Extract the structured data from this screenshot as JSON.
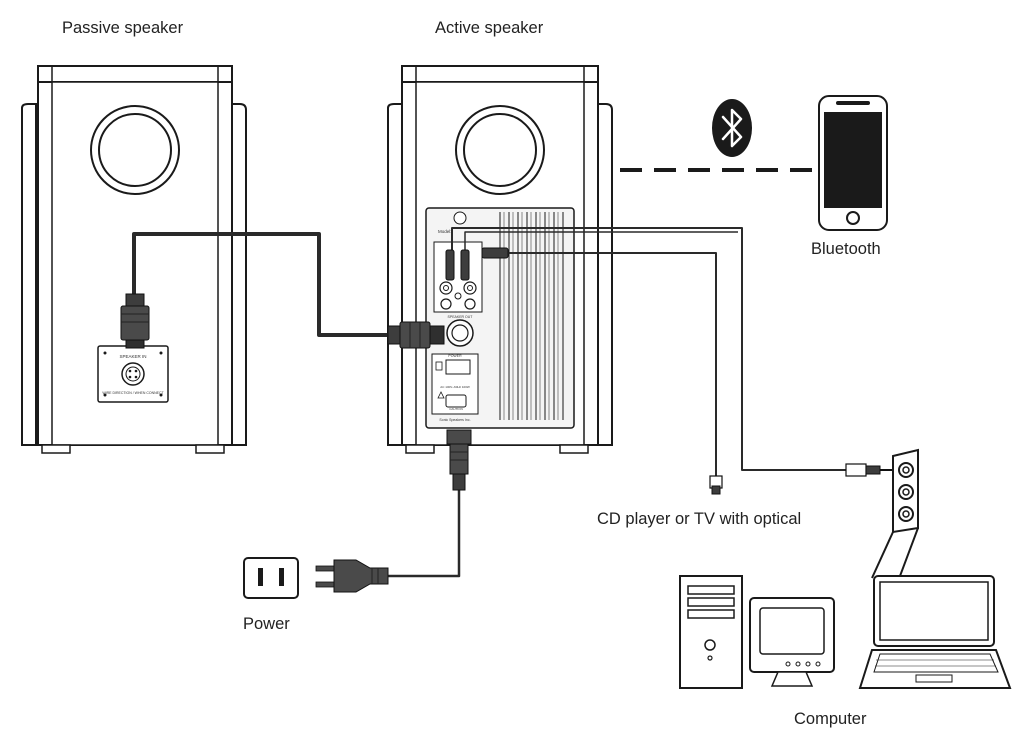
{
  "labels": {
    "passive_speaker": "Passive speaker",
    "active_speaker": "Active speaker",
    "bluetooth": "Bluetooth",
    "cd_player": "CD player or TV with optical",
    "power": "Power",
    "computer": "Computer"
  },
  "panel_text": {
    "speaker_in": "SPEAKER IN",
    "passive_notice": "WIRE DIRECTION / WHEN CONNECT",
    "model": "Model:",
    "speaker_out": "SPEAKER OUT",
    "power": "POWER",
    "ac": "AC 100V~60Hz 100W",
    "caution": "CAUTION",
    "maker": "Sonic Speakers Inc."
  },
  "colors": {
    "line": "#1a1a1a",
    "cable": "#3a3a3a",
    "plug": "#4a4a4a",
    "panel": "#f4f4f4"
  },
  "icons": [
    "bluetooth-icon",
    "smartphone-icon",
    "wall-outlet-icon",
    "power-plug-icon",
    "desktop-tower-icon",
    "crt-monitor-icon",
    "laptop-icon",
    "audio-jack-panel-icon"
  ]
}
